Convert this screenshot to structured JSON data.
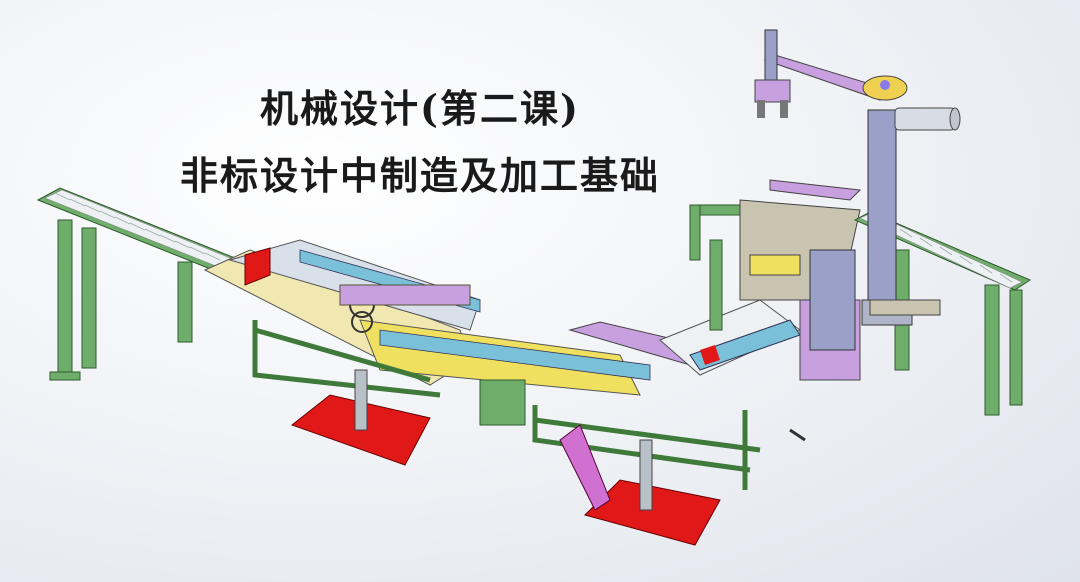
{
  "slide": {
    "title_line1": "机械设计(第二课)",
    "title_line2": "非标设计中制造及加工基础"
  },
  "colors": {
    "frame": "#6fae6a",
    "tray": "#e01818",
    "rail": "#7ac0d8",
    "arm": "#c8a0e0",
    "column": "#9aa0c8",
    "roller": "#e8ecf0",
    "yellow": "#f0e060",
    "magenta": "#d070d0"
  },
  "illustration": {
    "subject": "automated conveyor assembly line",
    "icon": "machine-3d-render-icon"
  }
}
